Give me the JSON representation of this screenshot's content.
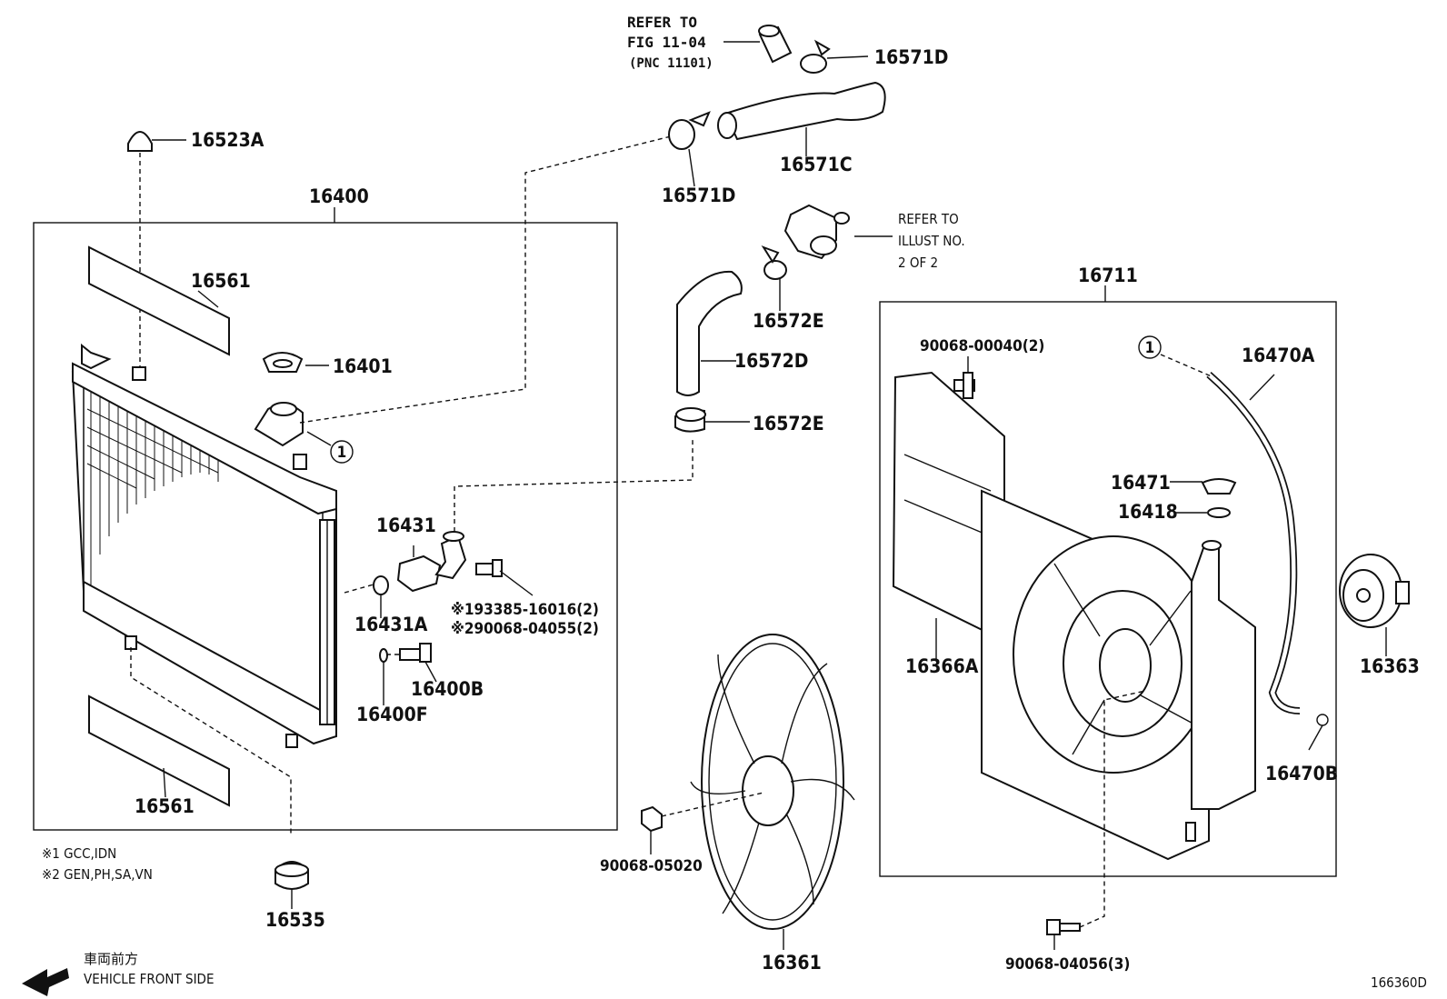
{
  "part_labels": {
    "p16523A": "16523A",
    "p16400": "16400",
    "p16561_top": "16561",
    "p16401": "16401",
    "p16431": "16431",
    "p16431A": "16431A",
    "p16400B": "16400B",
    "p16400F": "16400F",
    "p16561_bot": "16561",
    "p16535": "16535",
    "p16571D_top": "16571D",
    "p16571C": "16571C",
    "p16571D_mid": "16571D",
    "p16572E_top": "16572E",
    "p16572D": "16572D",
    "p16572E_bot": "16572E",
    "p16711": "16711",
    "p90068_00040": "90068-00040(2)",
    "p16470A": "16470A",
    "p16471": "16471",
    "p16418": "16418",
    "p16366A": "16366A",
    "p16363": "16363",
    "p16470B": "16470B",
    "p90068_05020": "90068-05020",
    "p16361": "16361",
    "p90068_04056": "90068-04056(3)",
    "bolt1": "※193385-16016(2)",
    "bolt2": "※290068-04055(2)"
  },
  "references": {
    "ref1_line1": "REFER TO",
    "ref1_line2": "FIG 11-04",
    "ref1_line3": "(PNC 11101)",
    "ref2_line1": "REFER TO",
    "ref2_line2": "ILLUST NO.",
    "ref2_line3": "2 OF 2"
  },
  "callouts": {
    "circle_a": "1",
    "circle_b": "1"
  },
  "notes": {
    "note1": "※1 GCC,IDN",
    "note2": "※2 GEN,PH,SA,VN"
  },
  "footer": {
    "direction_jp": "車両前方",
    "direction_en": "VEHICLE FRONT SIDE",
    "diagram_id": "166360D"
  }
}
